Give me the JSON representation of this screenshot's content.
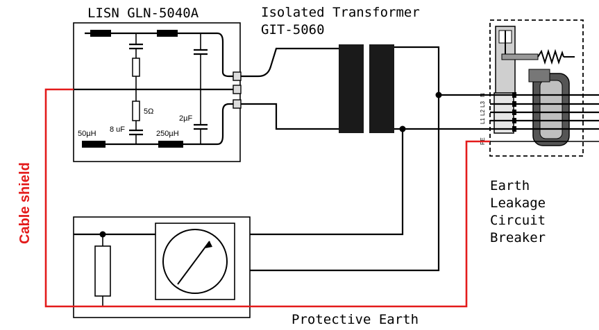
{
  "labels": {
    "lisn": "LISN GLN-5040A",
    "transformer_line1": "Isolated Transformer",
    "transformer_line2": "GIT-5060",
    "elcb_line1": "Earth",
    "elcb_line2": "Leakage",
    "elcb_line3": "Circuit",
    "elcb_line4": "Breaker",
    "cable_shield": "Cable shield",
    "protective_earth": "Protective Earth"
  },
  "lisn_components": {
    "inductor_top": "50µH",
    "capacitor": "8 uF",
    "resistor": "5Ω",
    "inductor_bottom": "250µH",
    "capacitor_right": "2µF"
  },
  "terminal_labels": [
    "N",
    "L3",
    "L2",
    "L1",
    "PE"
  ],
  "colors": {
    "wire": "#000000",
    "cable_shield": "#e31b1b",
    "transformer_core": "#1a1a1a",
    "breaker_dark": "#555555",
    "breaker_light": "#bfbfbf"
  }
}
